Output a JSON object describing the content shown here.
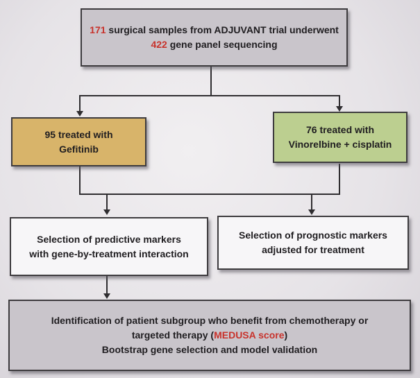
{
  "top_box": {
    "line1_num": "171",
    "line1_text": " surgical samples from ADJUVANT trial underwent",
    "line2_num": "422",
    "line2_text": " gene panel sequencing",
    "fill": "#c9c5cb"
  },
  "gefitinib_box": {
    "line1": "95 treated with",
    "line2": "Gefitinib",
    "fill": "#d8b46a"
  },
  "vinorelbine_box": {
    "line1": "76 treated with",
    "line2": "Vinorelbine + cisplatin",
    "fill": "#bccf90"
  },
  "predictive_box": {
    "line1": "Selection of predictive markers",
    "line2": "with gene-by-treatment interaction"
  },
  "prognostic_box": {
    "line1": "Selection of prognostic markers",
    "line2": "adjusted for treatment"
  },
  "bottom_box": {
    "line1": "Identification of patient subgroup who benefit from chemotherapy or",
    "line2_prefix": "targeted therapy (",
    "line2_highlight": "MEDUSA score",
    "line2_suffix": ")",
    "line3": "Bootstrap gene selection and model validation",
    "fill": "#c9c5cb"
  },
  "colors": {
    "highlight": "#c8322b",
    "border": "#3d3b3e"
  }
}
